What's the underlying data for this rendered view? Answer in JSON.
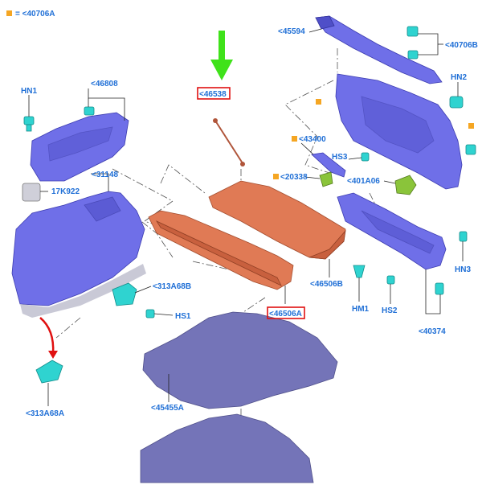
{
  "legend": {
    "marker_color": "#f5a623",
    "text": "= <40706A"
  },
  "labels": {
    "p45594": "<45594",
    "p40706B": "<40706B",
    "p46808": "<46808",
    "hn1": "HN1",
    "p46538": "<46538",
    "hn2": "HN2",
    "p43400": "<43400",
    "hs3": "HS3",
    "p20338": "<20338",
    "p401A06": "<401A06",
    "p31148": "<31148",
    "p17K922": "17K922",
    "p313A68B": "<313A68B",
    "hs1": "HS1",
    "p46506B": "<46506B",
    "p46506A": "<46506A",
    "hn3": "HN3",
    "hm1": "HM1",
    "hs2": "HS2",
    "p40374": "<40374",
    "p45455A": "<45455A",
    "p313A68A": "<313A68A"
  },
  "colors": {
    "label_text": "#1f6fd6",
    "trim_panel": "#6f6fe8",
    "load_floor": "#e07a55",
    "carpet_mat": "#7474b8",
    "clip": "#2fd3d0",
    "highlight_box": "#e01010",
    "pointer_arrow_green": "#3fe21a",
    "pointer_arrow_red": "#e01010",
    "marker": "#f5a623"
  }
}
